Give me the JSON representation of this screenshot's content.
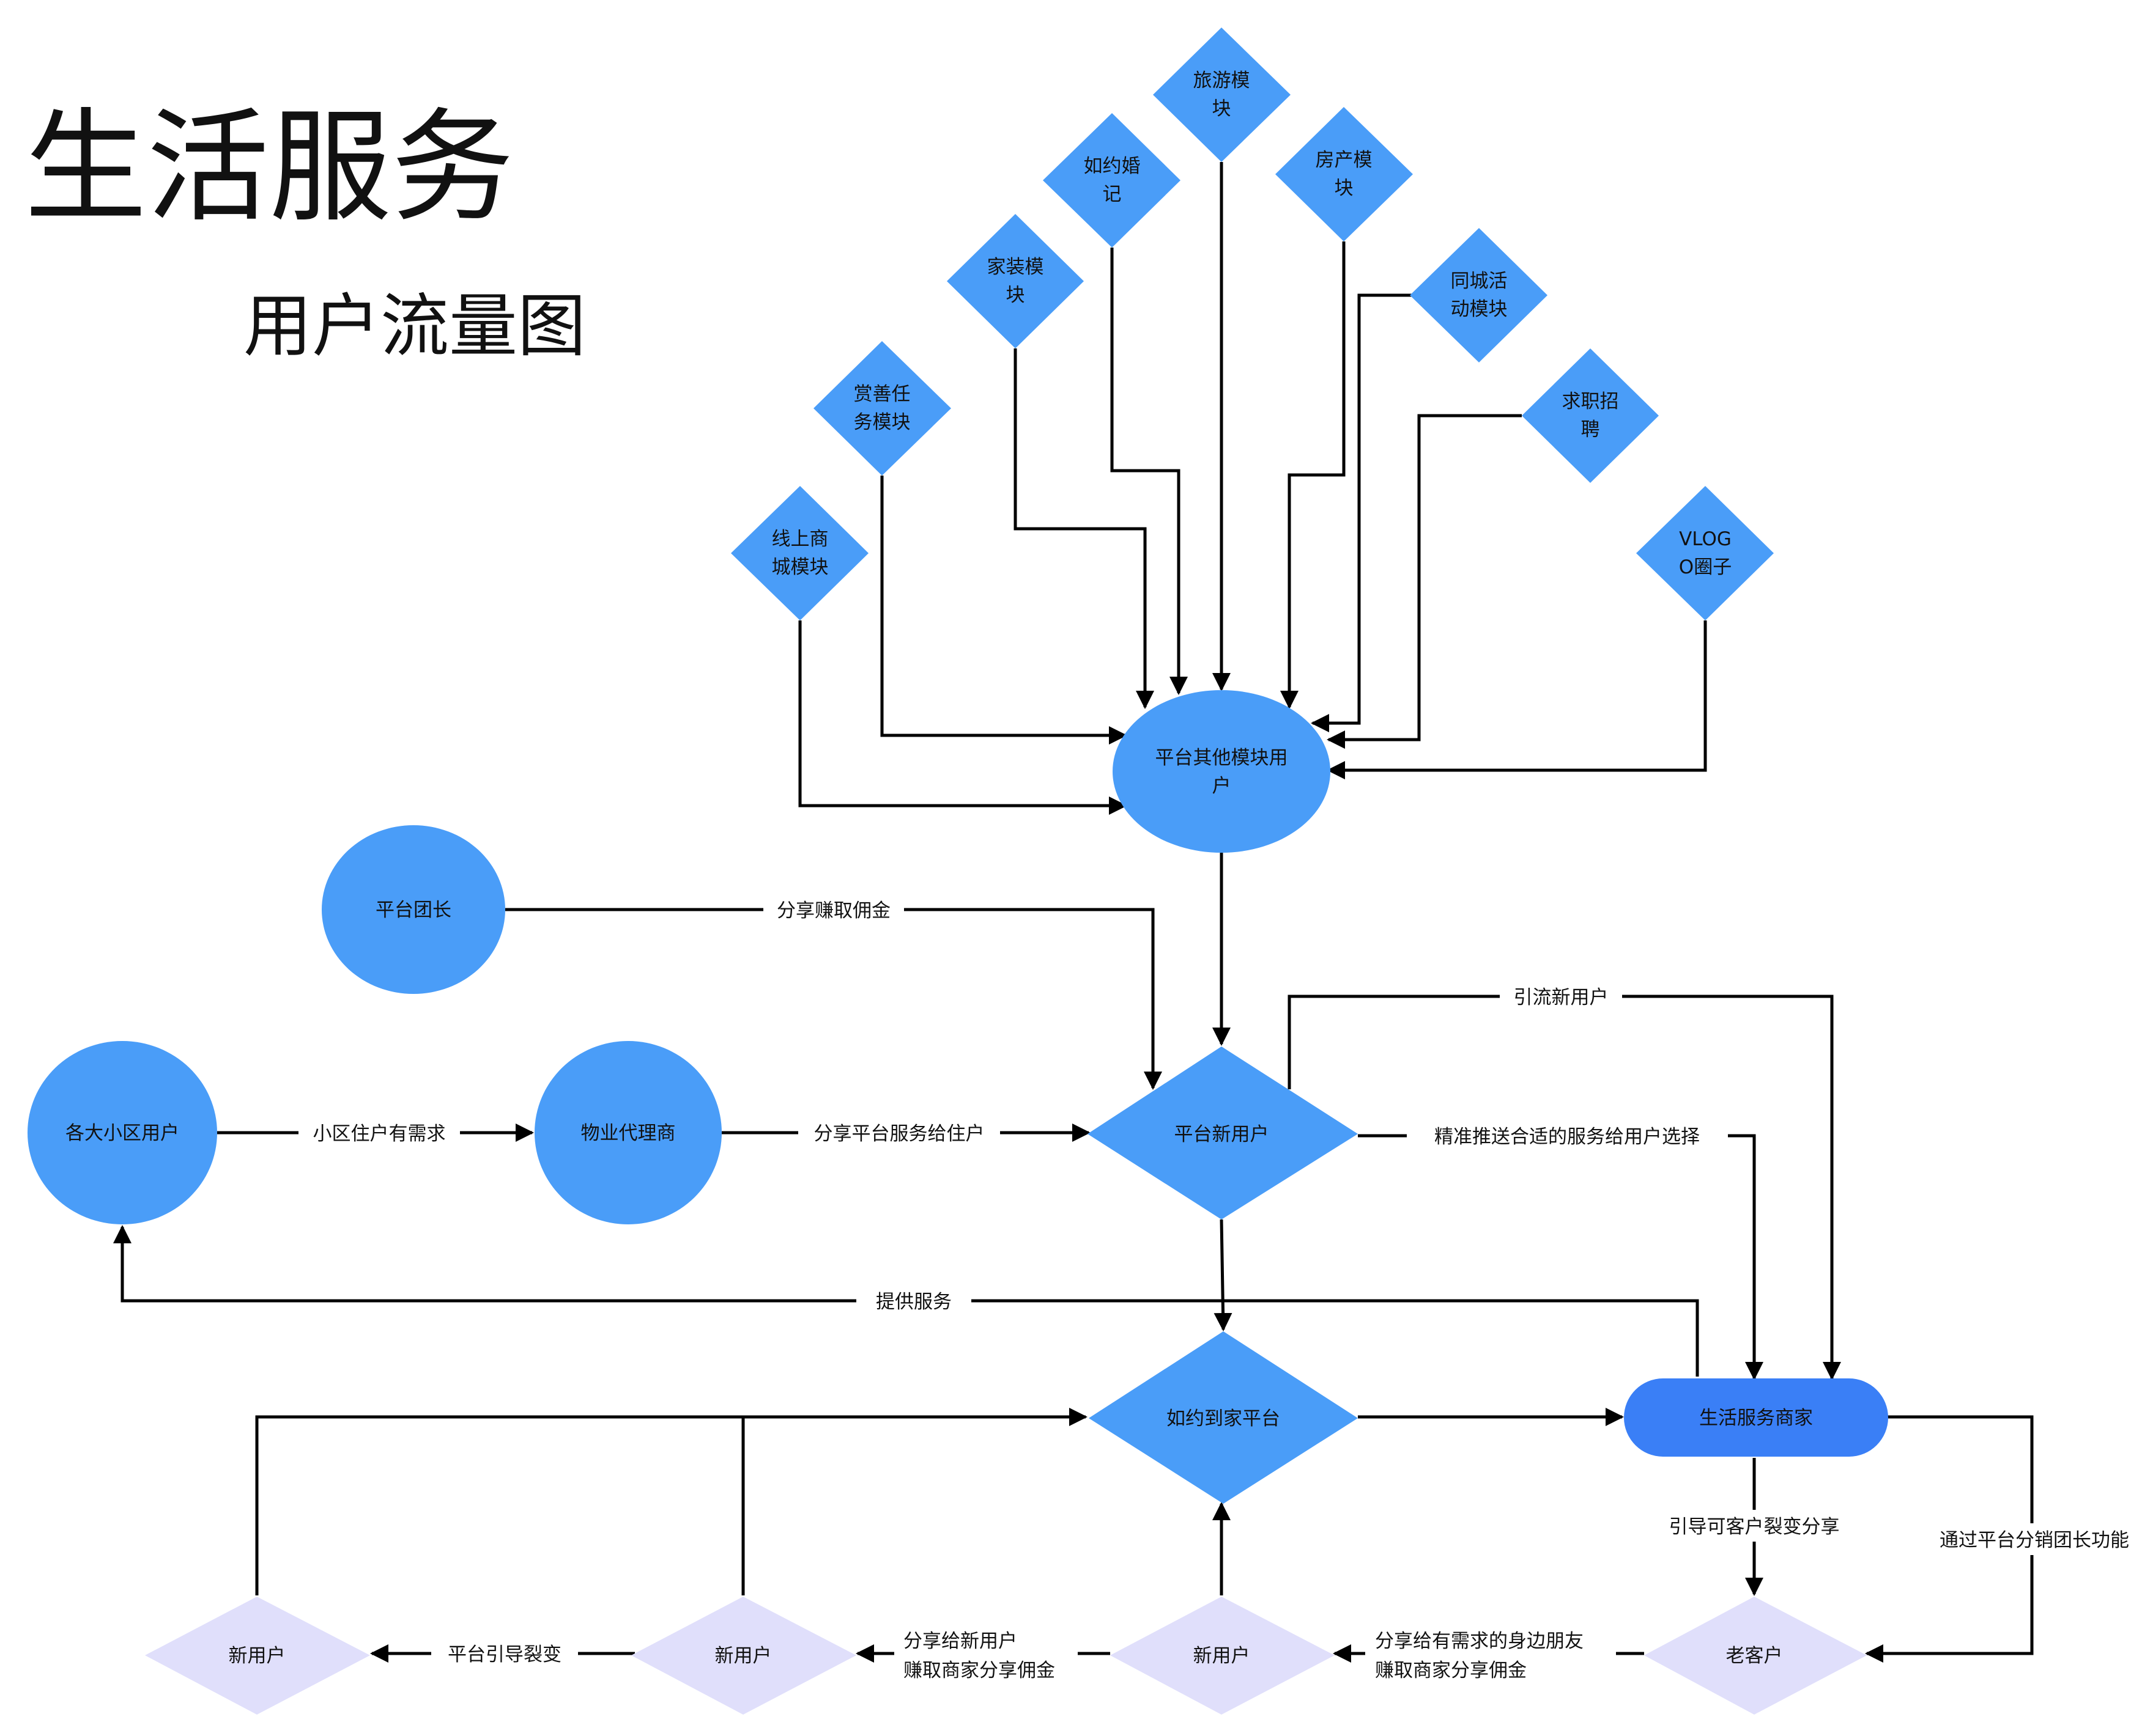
{
  "title": "生活服务",
  "subtitle": "用户流量图",
  "colors": {
    "node_blue": "#4a9df8",
    "merchant_blue": "#3a7ff6",
    "new_user_lavender": "#e0dffb",
    "edge": "#000000",
    "text": "#111111"
  },
  "nodes": {
    "travel": [
      "旅游模",
      "块"
    ],
    "wedding": [
      "如约婚",
      "记"
    ],
    "realestate": [
      "房产模",
      "块"
    ],
    "decor": [
      "家装模",
      "块"
    ],
    "cityevent": [
      "同城活",
      "动模块"
    ],
    "reward": [
      "赏善任",
      "务模块"
    ],
    "jobs": [
      "求职招",
      "聘"
    ],
    "mall": [
      "线上商",
      "城模块"
    ],
    "vlog": [
      "VLOG",
      "O圈子"
    ],
    "other_users": [
      "平台其他模块用",
      "户"
    ],
    "leader": "平台团长",
    "residents": "各大小区用户",
    "property_agent": "物业代理商",
    "new_users_platform": "平台新用户",
    "ruyue_platform": "如约到家平台",
    "merchant": "生活服务商家",
    "new_user_1": "新用户",
    "new_user_2": "新用户",
    "new_user_3": "新用户",
    "old_customer": "老客户"
  },
  "edges": {
    "share_commission": "分享赚取佣金",
    "resident_demand": "小区住户有需求",
    "share_services": "分享平台服务给住户",
    "attract_new": "引流新用户",
    "precise_push": "精准推送合适的服务给用户选择",
    "provide_service": "提供服务",
    "guide_fission": "引导可客户裂变分享",
    "distribution": "通过平台分销团长功能",
    "share_friends": [
      "分享给有需求的身边朋友",
      "赚取商家分享佣金"
    ],
    "share_new_user": [
      "分享给新用户",
      "赚取商家分享佣金"
    ],
    "platform_fission": "平台引导裂变"
  }
}
